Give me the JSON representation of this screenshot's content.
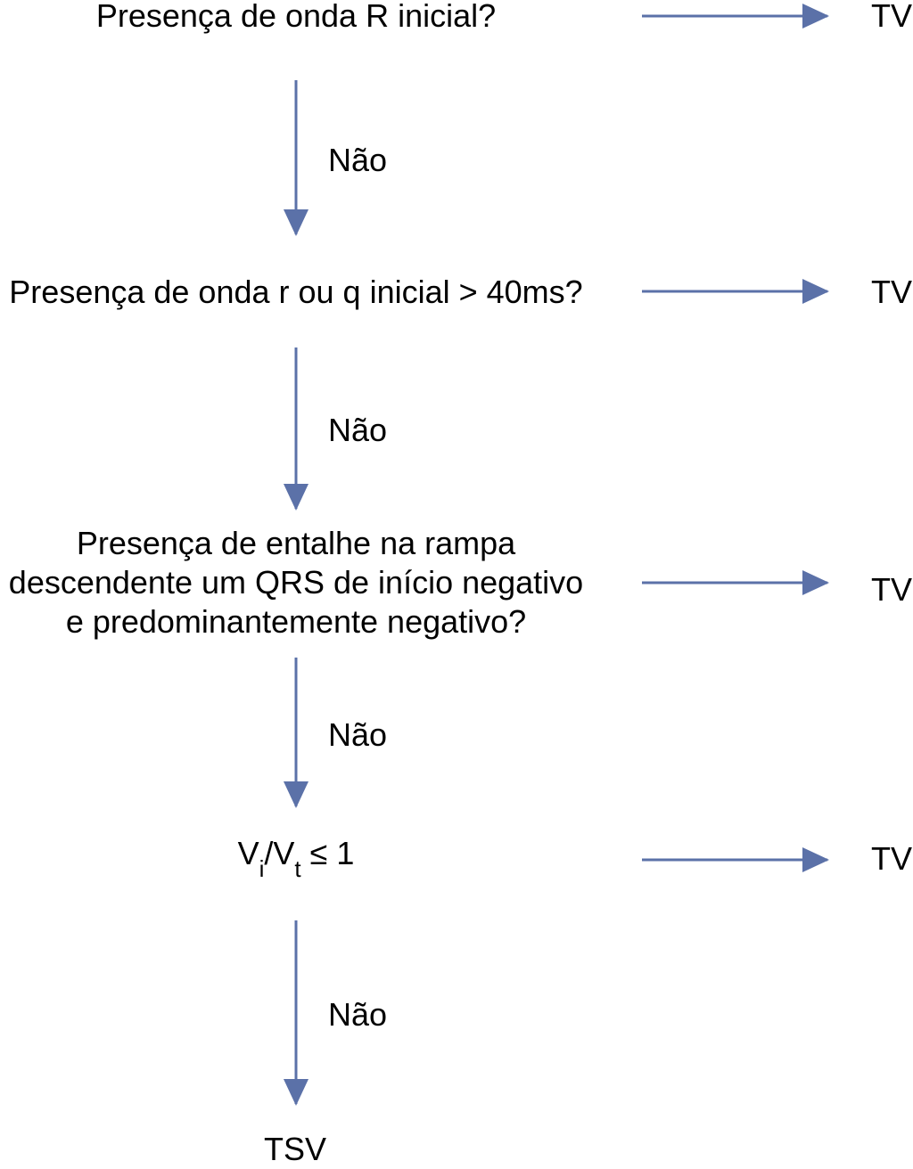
{
  "questions": [
    {
      "lines": [
        "Presença de onda R inicial?"
      ]
    },
    {
      "lines": [
        "Presença de onda r ou q inicial > 40ms?"
      ]
    },
    {
      "lines": [
        "Presença de entalhe na rampa",
        "descendente um QRS de início negativo",
        "e predominantemente negativo?"
      ]
    },
    {
      "formula": {
        "v1": "V",
        "sub1": "i",
        "slash": "/",
        "v2": "V",
        "sub2": "t",
        "rel": " ≤ 1"
      }
    }
  ],
  "yes_result": "TV",
  "no_label": "Não",
  "final_result": "TSV",
  "colors": {
    "arrow": "#5b71a8",
    "text": "#000000"
  }
}
